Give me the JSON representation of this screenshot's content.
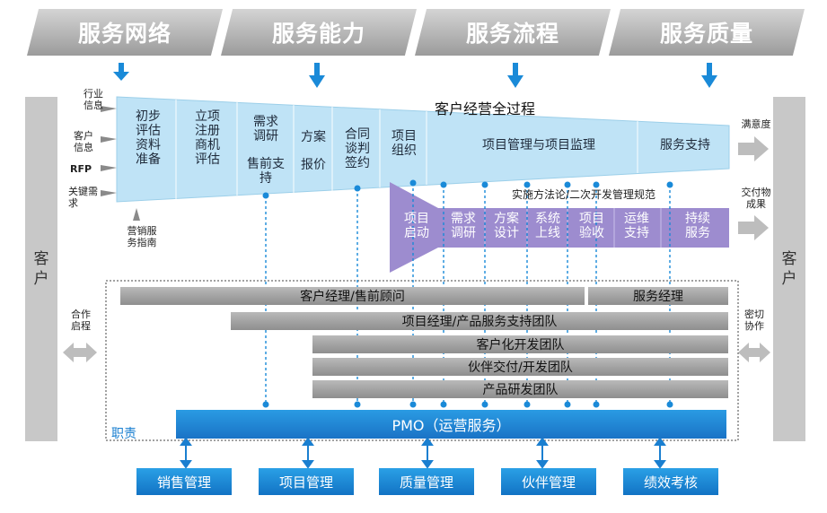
{
  "headers": [
    "服务网络",
    "服务能力",
    "服务流程",
    "服务质量"
  ],
  "left_inputs": {
    "industry": "行业\n信息",
    "customer": "客户\n信息",
    "rfp": "RFP",
    "key": "关键需\n求",
    "guide": "营销服\n务指南"
  },
  "customer_left": "客\n户",
  "customer_right": "客\n户",
  "process_title": "客户经营全过程",
  "stages": {
    "s1": "初步\n评估\n资料\n准备",
    "s2": "立项\n注册\n商机\n评估",
    "s3a": "需求\n调研",
    "s3b": "售前支\n持",
    "s4a": "方案",
    "s4b": "报价",
    "s5": "合同\n谈判\n签约",
    "s6": "项目\n组织",
    "s7": "项目管理与项目监理",
    "s8": "服务支持"
  },
  "method": "实施方法论/二次开发管理规范",
  "impl": [
    "项目\n启动",
    "需求\n调研",
    "方案\n设计",
    "系统\n上线",
    "项目\n验收",
    "运维\n支持",
    "持续\n服务"
  ],
  "right_outputs": {
    "satisfaction": "满意度",
    "deliverable": "交付物\n成果"
  },
  "coop_left": "合作\n启程",
  "coop_right": "密切\n协作",
  "teams": {
    "t1a": "客户经理/售前顾问",
    "t1b": "服务经理",
    "t2": "项目经理/产品服务支持团队",
    "t3": "客户化开发团队",
    "t4": "伙伴交付/开发团队",
    "t5": "产品研发团队"
  },
  "duty": "职责",
  "pmo": "PMO（运营服务）",
  "buttons": [
    "销售管理",
    "项目管理",
    "质量管理",
    "伙伴管理",
    "绩效考核"
  ],
  "colors": {
    "header_gray": "#a8a8a8",
    "blue_arrow": "#1a8ad8",
    "light_blue": "#bfe3f6",
    "purple": "#9d8ccf",
    "pmo_blue": "#1a7fd0",
    "button_blue": "#1b86d4"
  }
}
